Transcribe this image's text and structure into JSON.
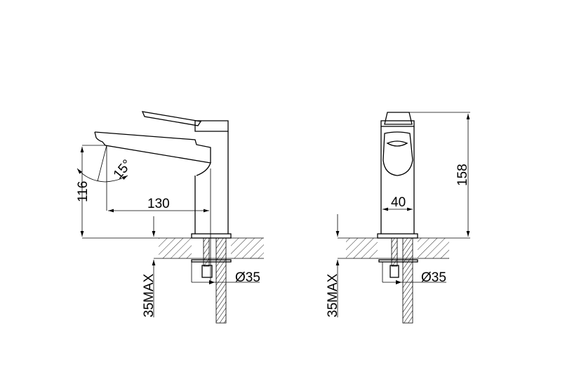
{
  "side_view": {
    "height_label": "116",
    "reach_label": "130",
    "angle_label": "15°",
    "hole_label": "Ø35",
    "thickness_label": "35MAX"
  },
  "front_view": {
    "height_label": "158",
    "width_label": "40",
    "hole_label": "Ø35",
    "thickness_label": "35MAX"
  },
  "colors": {
    "line": "#000000",
    "background": "#ffffff"
  }
}
